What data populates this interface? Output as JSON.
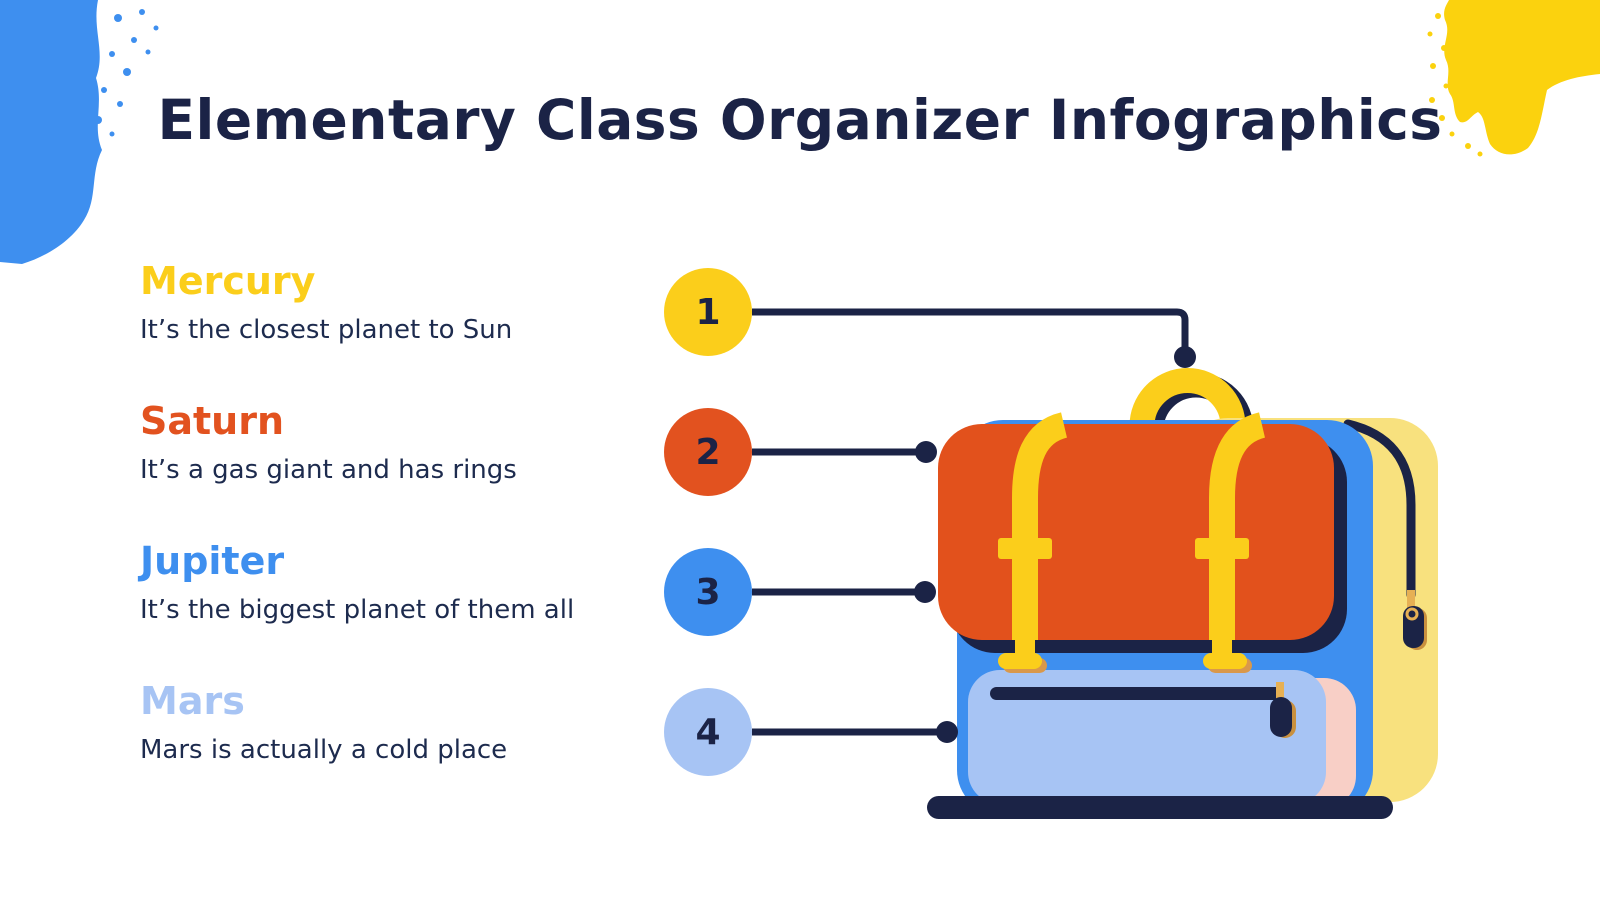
{
  "title": "Elementary Class Organizer Infographics",
  "items": [
    {
      "number": "1",
      "name": "Mercury",
      "description": "It’s the closest planet to Sun",
      "color": "#FBCE1B"
    },
    {
      "number": "2",
      "name": "Saturn",
      "description": "It’s a gas giant and has rings",
      "color": "#E2521F"
    },
    {
      "number": "3",
      "name": "Jupiter",
      "description": "It’s the biggest planet of them all",
      "color": "#3E8FEF"
    },
    {
      "number": "4",
      "name": "Mars",
      "description": "Mars is actually a cold place",
      "color": "#A7C4F4"
    }
  ],
  "palette": {
    "navy": "#1B2346",
    "text": "#1D2B4E",
    "yellow": "#FBCE1B",
    "orange": "#E2511C",
    "blue": "#3E8FEF",
    "light_blue": "#A7C4F4",
    "pale_yellow": "#F8E17E",
    "pink": "#F8CFC6",
    "gold": "#E6B054",
    "tan": "#C9903E",
    "paint_blue": "#3E8FEF",
    "paint_yellow": "#FBD20E",
    "background": "#FFFFFF"
  },
  "illustration": {
    "name": "school-backpack"
  }
}
